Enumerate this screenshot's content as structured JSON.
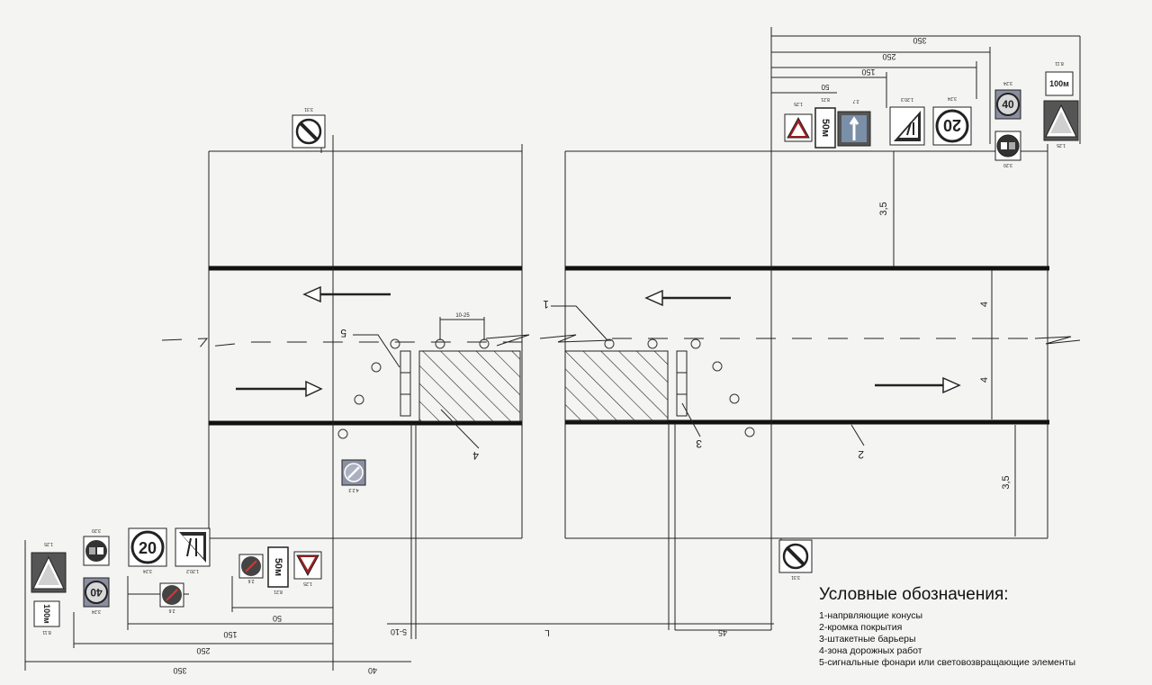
{
  "dimensions": {
    "top": {
      "d350": "350",
      "d250": "250",
      "d150": "150",
      "d50": "50"
    },
    "bottom": {
      "d350": "350",
      "d250": "250",
      "d150": "150",
      "d50": "50",
      "d40": "40",
      "d5_10": "5-10",
      "L": "L",
      "d45": "45"
    },
    "gap_10_25": "10-25",
    "lane_w": "4",
    "shoulder_w": "3,5"
  },
  "callouts": {
    "c1": "1",
    "c2": "2",
    "c3": "3",
    "c4": "4",
    "c5": "5"
  },
  "signs": {
    "speed20": "20",
    "speed40": "40",
    "dist_plate": "50м",
    "plate_100": "100м",
    "codes": {
      "s331": "3.31",
      "s125": "1.25",
      "s821": "8.21",
      "s27": "2.7",
      "s1203": "1.20.3",
      "s324": "3.24",
      "s320": "3.20",
      "s811": "8.11",
      "s26": "2.6",
      "s1202": "1.20.2",
      "s423": "4.2.3"
    }
  },
  "legend": {
    "title": "Условные обозначения:",
    "items": [
      "1-напрвляющие конусы",
      "2-кромка покрытия",
      "3-штакетные барьеры",
      "4-зона дорожных работ",
      "5-сигнальные фонари или световозвращающие элементы"
    ]
  },
  "colors": {
    "line": "#111111",
    "sign_red": "#a02020",
    "sign_blue": "#5577aa",
    "sign_dark": "#2a2a2a"
  }
}
